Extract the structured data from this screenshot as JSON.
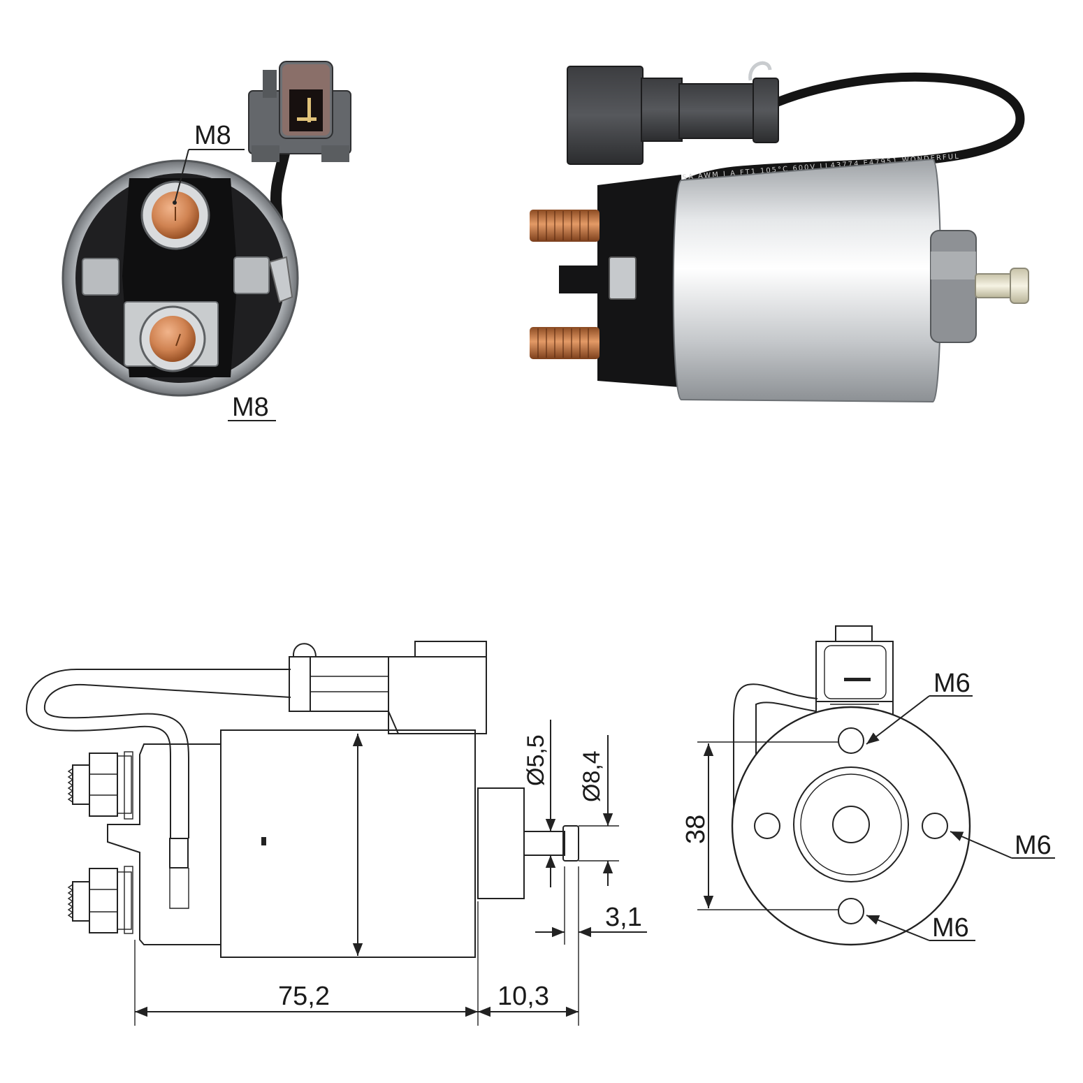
{
  "photo_front": {
    "label_top": "M8",
    "label_bottom": "M8"
  },
  "photo_side": {
    "cable_print": "CSA AWM I A FT1 105°C 600V LL43774 E47951 WONDERFUL"
  },
  "drawing_side": {
    "dim_body_length": "75,2",
    "dim_plunger_length": "10,3",
    "dim_plunger_dia": "Ø5,5",
    "dim_plunger_head_dia": "Ø8,4",
    "dim_head_width": "3,1"
  },
  "drawing_end": {
    "dim_hole_spacing": "38",
    "thread_top": "M6",
    "thread_right": "M6",
    "thread_bottom": "M6"
  },
  "colors": {
    "copper": "#c8743f",
    "steel": "#c9cccf",
    "plastic": "#2a2a2c",
    "connector_grey": "#5d5f62",
    "line": "#222222"
  }
}
